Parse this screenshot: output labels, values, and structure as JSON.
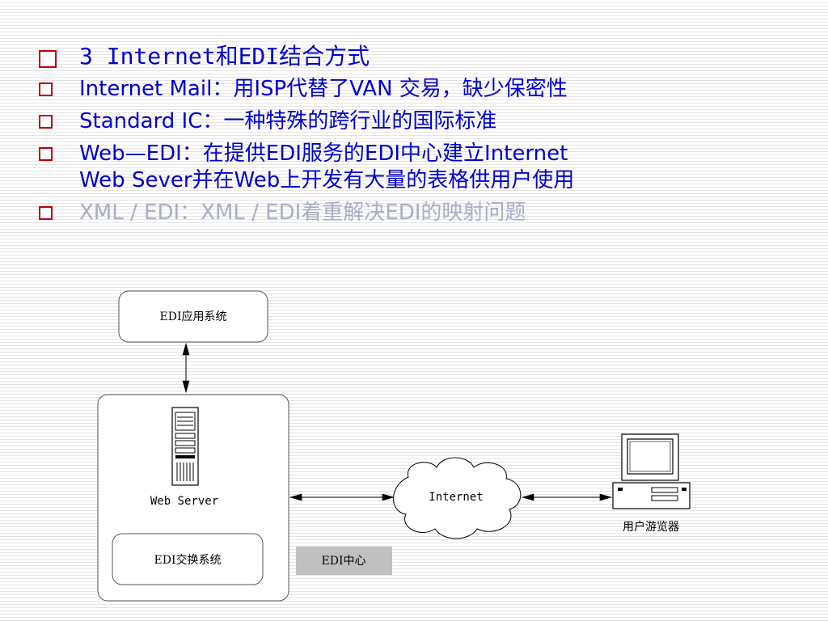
{
  "slide": {
    "bullets": [
      {
        "text": "3 Internet和EDI结合方式"
      },
      {
        "text": "Internet Mail：用ISP代替了VAN 交易，缺少保密性"
      },
      {
        "text": "Standard IC：一种特殊的跨行业的国际标准"
      },
      {
        "line1": "Web—EDI：在提供EDI服务的EDI中心建立Internet",
        "line2": "Web Sever并在Web上开发有大量的表格供用户使用"
      },
      {
        "text": "XML / EDI：XML / EDI着重解决EDI的映射问题"
      }
    ]
  },
  "diagram": {
    "edi_app_system": "EDI应用系统",
    "web_server": "Web Server",
    "edi_exchange_system": "EDI交换系统",
    "edi_center": "EDI中心",
    "internet": "Internet",
    "user_browser": "用户游览器"
  },
  "colors": {
    "bullet_text": "#0000cc",
    "bullet_box": "#c00000",
    "faded_text": "#a8aec4",
    "edi_center_fill": "#c0c0c0"
  }
}
